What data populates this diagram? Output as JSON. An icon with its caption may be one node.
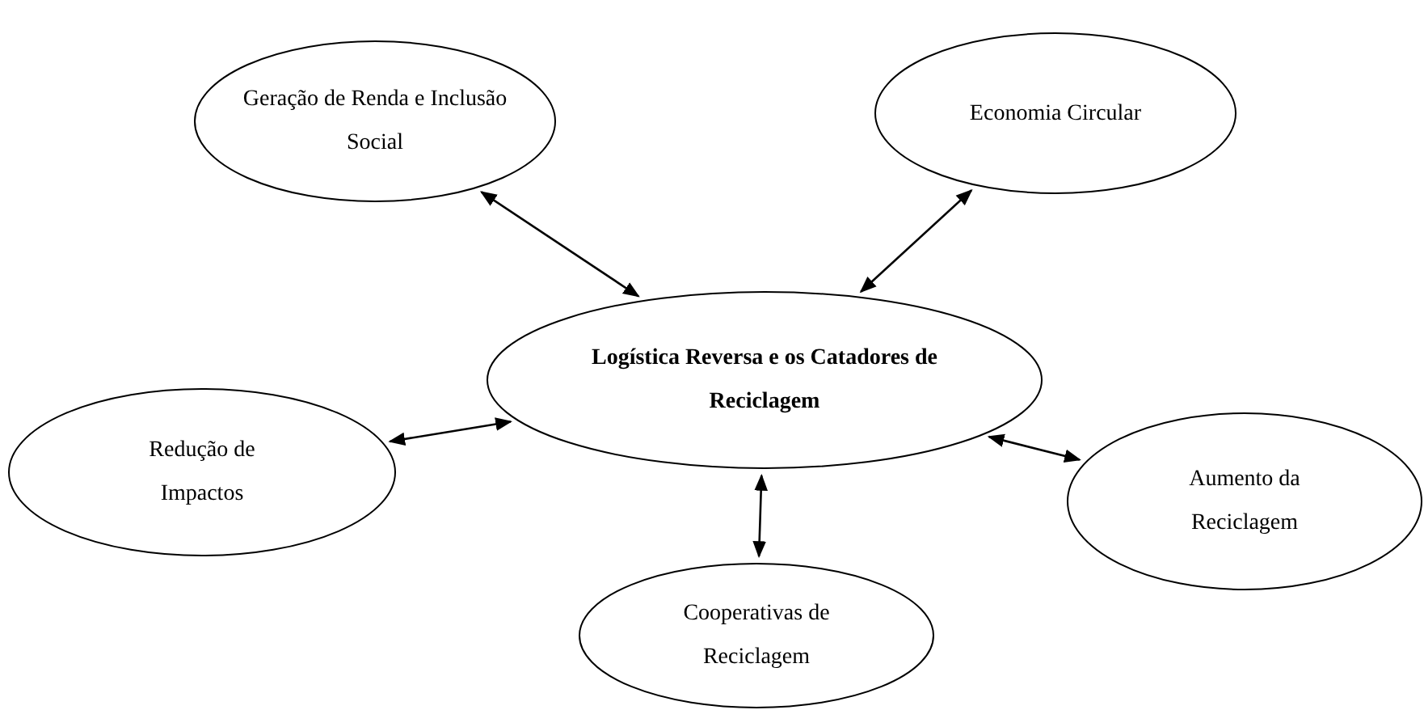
{
  "diagram": {
    "nodes": [
      {
        "text": [
          "Geração de Renda e Inclusão Social"
        ]
      },
      {
        "text": [
          "Economia Circular"
        ]
      },
      {
        "text": [
          "Logística Reversa e os Catadores de Reciclagem"
        ]
      },
      {
        "text": [
          "Redução de Impactos"
        ]
      },
      {
        "text": [
          "Aumento da Reciclagem"
        ]
      },
      {
        "text": [
          "Cooperativas de Reciclagem"
        ]
      }
    ],
    "edges": [
      {
        "from": 2,
        "to": 0,
        "arrow": "both"
      },
      {
        "from": 2,
        "to": 1,
        "arrow": "both"
      },
      {
        "from": 2,
        "to": 3,
        "arrow": "both"
      },
      {
        "from": 2,
        "to": 4,
        "arrow": "both"
      },
      {
        "from": 2,
        "to": 5,
        "arrow": "both"
      }
    ]
  }
}
